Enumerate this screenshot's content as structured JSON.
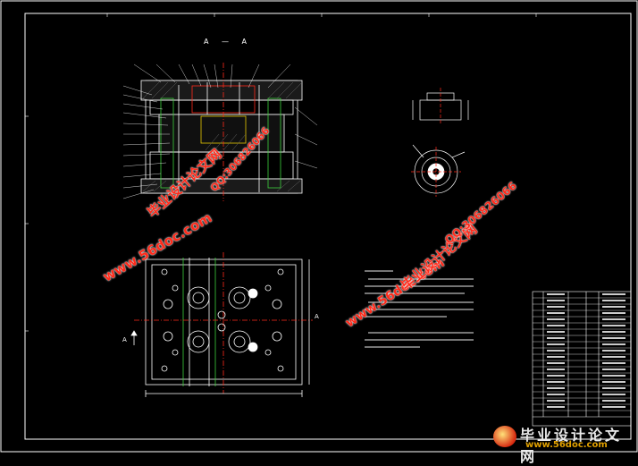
{
  "drawing": {
    "section_title": "A — A",
    "view_marker": "A",
    "background": "#000000",
    "line_color": "#ffffff",
    "accent_red": "#ff2a1a",
    "accent_green": "#3dd13d",
    "accent_yellow": "#e8c800"
  },
  "watermarks": {
    "site_a": "www.56doc.com",
    "qq_a": "QQ:306826066",
    "brand_a": "毕业设计论文网",
    "site_b": "www.56doc.com",
    "brand_b": "毕业设计论文网",
    "qq_b": "QQ:306826066"
  },
  "footer": {
    "brand": "毕业设计论文网",
    "site": "www.56doc.com"
  }
}
